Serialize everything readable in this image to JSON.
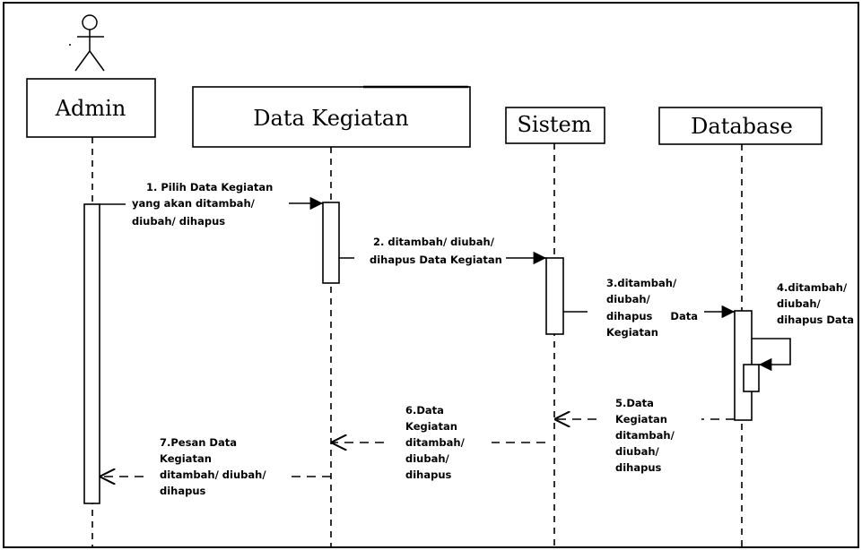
{
  "participants": {
    "admin": "Admin",
    "data_kegiatan": "Data Kegiatan",
    "sistem": "Sistem",
    "database": "Database"
  },
  "messages": {
    "m1": [
      "1.  Pilih  Data  Kegiatan",
      "yang  akan  ditambah/",
      "diubah/ dihapus"
    ],
    "m2": [
      "2.   ditambah/   diubah/",
      "dihapus Data Kegiatan"
    ],
    "m3": [
      "3.ditambah/",
      "diubah/",
      "dihapus     Data",
      "Kegiatan"
    ],
    "m4": [
      "4.ditambah/",
      "diubah/",
      "dihapus Data"
    ],
    "m5": [
      "5.Data",
      "Kegiatan",
      "ditambah/",
      "diubah/",
      "dihapus"
    ],
    "m6": [
      "6.Data",
      "Kegiatan",
      "ditambah/",
      "diubah/",
      "dihapus"
    ],
    "m7": [
      "7.Pesan Data",
      "Kegiatan",
      "ditambah/ diubah/",
      "dihapus"
    ]
  }
}
